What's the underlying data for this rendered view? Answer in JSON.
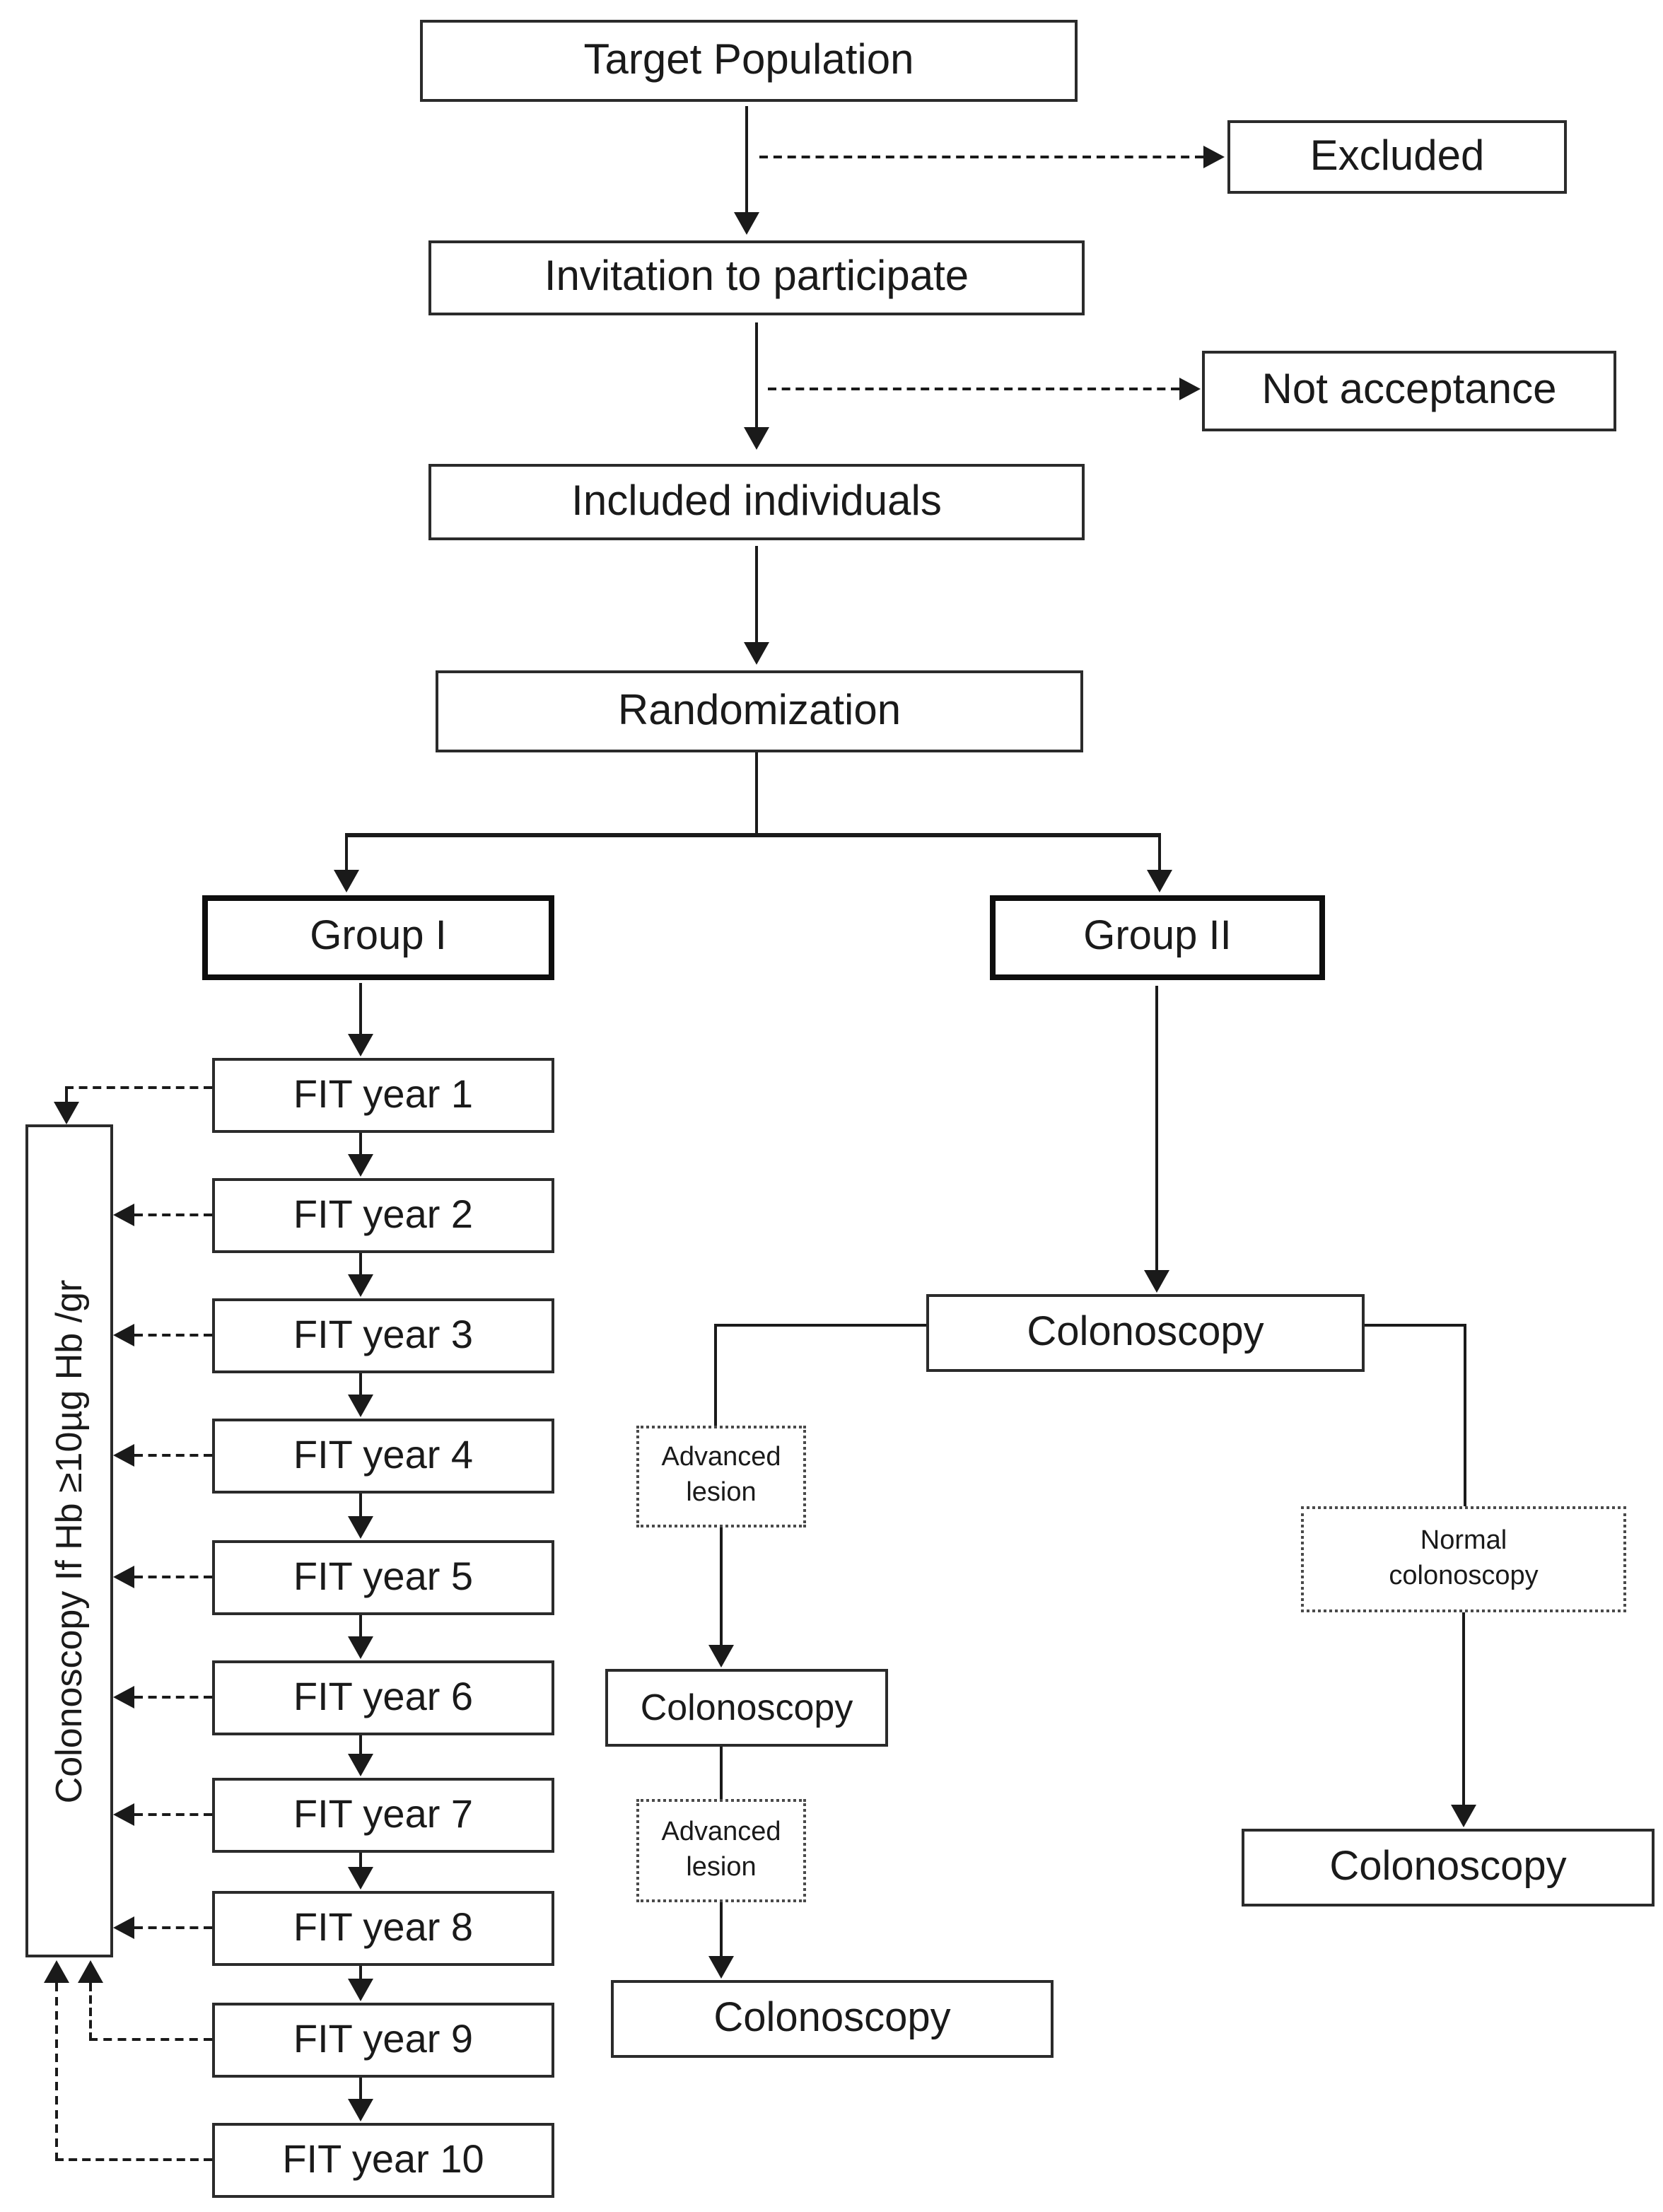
{
  "colors": {
    "ink": "#1a1a1a",
    "background": "#ffffff"
  },
  "nodes": {
    "target_population": "Target Population",
    "excluded": "Excluded",
    "invitation": "Invitation to participate",
    "not_acceptance": "Not acceptance",
    "included": "Included individuals",
    "randomization": "Randomization",
    "group_1": "Group I",
    "group_2": "Group II",
    "fit_years": [
      "FIT year 1",
      "FIT year 2",
      "FIT year 3",
      "FIT year 4",
      "FIT year 5",
      "FIT year 6",
      "FIT year 7",
      "FIT year 8",
      "FIT year 9",
      "FIT year 10"
    ],
    "fit_positive_rule": "Colonoscopy If Hb ≥10µg Hb /gr",
    "colonoscopy_group2": "Colonoscopy",
    "advanced_lesion_1": "Advanced lesion",
    "colonoscopy_after_lesion_1": "Colonoscopy",
    "advanced_lesion_2": "Advanced lesion",
    "colonoscopy_after_lesion_2": "Colonoscopy",
    "normal_colonoscopy": "Normal colonoscopy",
    "colonoscopy_surveillance": "Colonoscopy"
  }
}
